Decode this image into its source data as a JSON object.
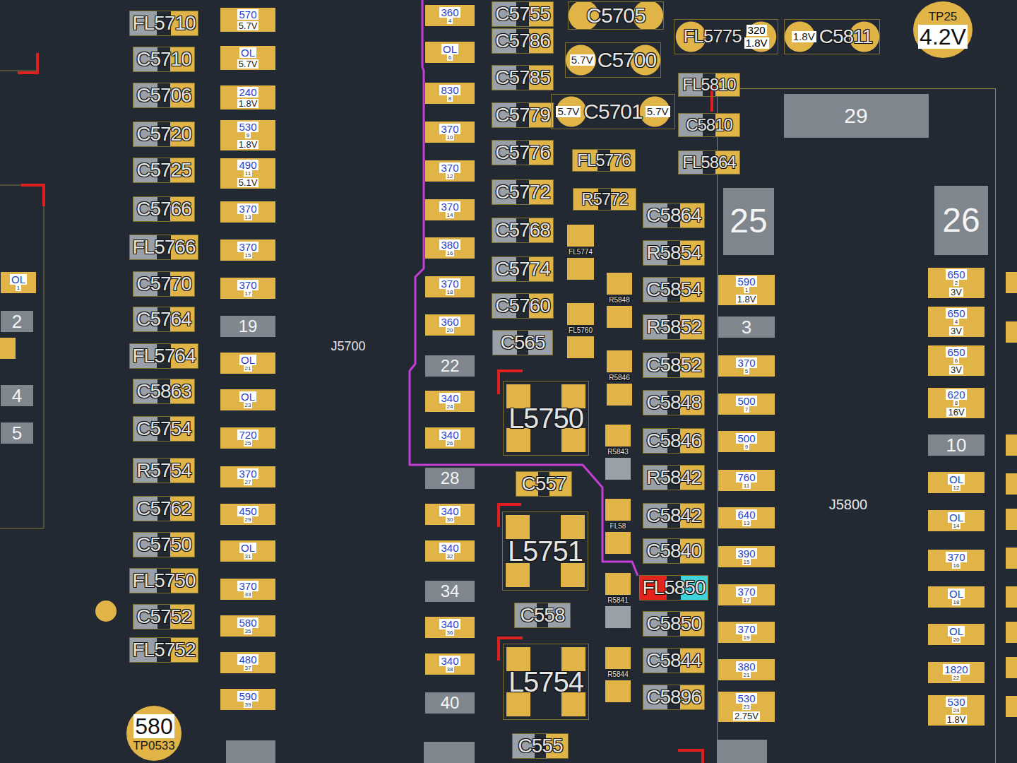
{
  "diagram": {
    "nodes": [
      {
        "text": [
          "FL5710"
        ]
      },
      {
        "text": [
          "C5710"
        ]
      },
      {
        "text": [
          "C5706"
        ]
      },
      {
        "text": [
          "C5720"
        ]
      },
      {
        "text": [
          "C5725"
        ]
      },
      {
        "text": [
          "C5766"
        ]
      },
      {
        "text": [
          "FL5766"
        ]
      },
      {
        "text": [
          "C5770"
        ]
      },
      {
        "text": [
          "C5764"
        ]
      },
      {
        "text": [
          "FL5764"
        ]
      },
      {
        "text": [
          "C5863"
        ]
      },
      {
        "text": [
          "C5754"
        ]
      },
      {
        "text": [
          "R5754"
        ]
      },
      {
        "text": [
          "C5762"
        ]
      },
      {
        "text": [
          "C5750"
        ]
      },
      {
        "text": [
          "FL5750"
        ]
      },
      {
        "text": [
          "C5752"
        ]
      },
      {
        "text": [
          "FL5752"
        ]
      },
      {
        "text": [
          "570",
          "5.7V"
        ]
      },
      {
        "text": [
          "OL",
          "5.7V"
        ]
      },
      {
        "text": [
          "240",
          "1.8V"
        ]
      },
      {
        "text": [
          "530",
          "9",
          "1.8V"
        ]
      },
      {
        "text": [
          "490",
          "11",
          "5.1V"
        ]
      },
      {
        "text": [
          "370",
          "13"
        ]
      },
      {
        "text": [
          "370",
          "15"
        ]
      },
      {
        "text": [
          "370",
          "17"
        ]
      },
      {
        "text": [
          "19"
        ]
      },
      {
        "text": [
          "OL",
          "21"
        ]
      },
      {
        "text": [
          "OL",
          "23"
        ]
      },
      {
        "text": [
          "720",
          "25"
        ]
      },
      {
        "text": [
          "370",
          "27"
        ]
      },
      {
        "text": [
          "450",
          "29"
        ]
      },
      {
        "text": [
          "OL",
          "31"
        ]
      },
      {
        "text": [
          "370",
          "33"
        ]
      },
      {
        "text": [
          "580",
          "35"
        ]
      },
      {
        "text": [
          "480",
          "37"
        ]
      },
      {
        "text": [
          "590",
          "39"
        ]
      },
      {
        "text": [
          "360",
          "4"
        ]
      },
      {
        "text": [
          "OL",
          "6"
        ]
      },
      {
        "text": [
          "830",
          "8"
        ]
      },
      {
        "text": [
          "370",
          "10"
        ]
      },
      {
        "text": [
          "370",
          "12"
        ]
      },
      {
        "text": [
          "370",
          "14"
        ]
      },
      {
        "text": [
          "380",
          "16"
        ]
      },
      {
        "text": [
          "370",
          "18"
        ]
      },
      {
        "text": [
          "360",
          "20"
        ]
      },
      {
        "text": [
          "22"
        ]
      },
      {
        "text": [
          "340",
          "24"
        ]
      },
      {
        "text": [
          "340",
          "26"
        ]
      },
      {
        "text": [
          "28"
        ]
      },
      {
        "text": [
          "340",
          "30"
        ]
      },
      {
        "text": [
          "340",
          "32"
        ]
      },
      {
        "text": [
          "34"
        ]
      },
      {
        "text": [
          "340",
          "36"
        ]
      },
      {
        "text": [
          "340",
          "38"
        ]
      },
      {
        "text": [
          "40"
        ]
      },
      {
        "text": [
          "C5755"
        ]
      },
      {
        "text": [
          "C5786"
        ]
      },
      {
        "text": [
          "C5785"
        ]
      },
      {
        "text": [
          "C5779"
        ]
      },
      {
        "text": [
          "C5776"
        ]
      },
      {
        "text": [
          "C5772"
        ]
      },
      {
        "text": [
          "C5768"
        ]
      },
      {
        "text": [
          "C5774"
        ]
      },
      {
        "text": [
          "C5760"
        ]
      },
      {
        "text": [
          "C565"
        ]
      },
      {
        "text": [
          "C557"
        ]
      },
      {
        "text": [
          "C558"
        ]
      },
      {
        "text": [
          "C555"
        ]
      },
      {
        "text": [
          "L5750"
        ]
      },
      {
        "text": [
          "L5751"
        ]
      },
      {
        "text": [
          "L5754"
        ]
      },
      {
        "text": [
          "C5705"
        ]
      },
      {
        "text": [
          "5.7V",
          "C5700"
        ]
      },
      {
        "text": [
          "5.7V",
          "C5701",
          "5.7V"
        ]
      },
      {
        "text": [
          "FL5776"
        ]
      },
      {
        "text": [
          "R5772"
        ]
      },
      {
        "text": [
          "FL5774"
        ]
      },
      {
        "text": [
          "FL5760"
        ]
      },
      {
        "text": [
          "R5848"
        ]
      },
      {
        "text": [
          "R5846"
        ]
      },
      {
        "text": [
          "R5843"
        ]
      },
      {
        "text": [
          "FL58"
        ]
      },
      {
        "text": [
          "R5841"
        ]
      },
      {
        "text": [
          "R5844"
        ]
      },
      {
        "text": [
          "FL5810"
        ]
      },
      {
        "text": [
          "C5810"
        ]
      },
      {
        "text": [
          "FL5864"
        ]
      },
      {
        "text": [
          "C5864"
        ]
      },
      {
        "text": [
          "R5854"
        ]
      },
      {
        "text": [
          "C5854"
        ]
      },
      {
        "text": [
          "R5852"
        ]
      },
      {
        "text": [
          "C5852"
        ]
      },
      {
        "text": [
          "C5848"
        ]
      },
      {
        "text": [
          "C5846"
        ]
      },
      {
        "text": [
          "R5842"
        ]
      },
      {
        "text": [
          "C5842"
        ]
      },
      {
        "text": [
          "C5840"
        ]
      },
      {
        "text": [
          "FL5850"
        ]
      },
      {
        "text": [
          "C5850"
        ]
      },
      {
        "text": [
          "C5844"
        ]
      },
      {
        "text": [
          "C5896"
        ]
      },
      {
        "text": [
          "FL5775",
          "320",
          "1.8V"
        ]
      },
      {
        "text": [
          "1.8V",
          "C5811"
        ]
      },
      {
        "text": [
          "TP25",
          "4.2V"
        ]
      },
      {
        "text": [
          "OL",
          "1"
        ]
      },
      {
        "text": [
          "2"
        ]
      },
      {
        "text": [
          "4"
        ]
      },
      {
        "text": [
          "5"
        ]
      },
      {
        "text": [
          "580",
          "TP0533"
        ]
      },
      {
        "text": [
          "J5800"
        ]
      },
      {
        "text": [
          "29"
        ],
        "in": 110
      },
      {
        "text": [
          "25"
        ],
        "in": 110
      },
      {
        "text": [
          "26"
        ],
        "in": 110
      },
      {
        "text": [
          "590",
          "1",
          "1.8V"
        ],
        "in": 110
      },
      {
        "text": [
          "3"
        ],
        "in": 110
      },
      {
        "text": [
          "370",
          "5"
        ],
        "in": 110
      },
      {
        "text": [
          "500",
          "7"
        ],
        "in": 110
      },
      {
        "text": [
          "500",
          "9"
        ],
        "in": 110
      },
      {
        "text": [
          "760",
          "11"
        ],
        "in": 110
      },
      {
        "text": [
          "640",
          "13"
        ],
        "in": 110
      },
      {
        "text": [
          "390",
          "15"
        ],
        "in": 110
      },
      {
        "text": [
          "370",
          "17"
        ],
        "in": 110
      },
      {
        "text": [
          "370",
          "19"
        ],
        "in": 110
      },
      {
        "text": [
          "380",
          "21"
        ],
        "in": 110
      },
      {
        "text": [
          "530",
          "23",
          "2.75V"
        ],
        "in": 110
      },
      {
        "text": [
          "650",
          "2",
          "3V"
        ],
        "in": 110
      },
      {
        "text": [
          "650",
          "4",
          "3V"
        ],
        "in": 110
      },
      {
        "text": [
          "650",
          "6",
          "3V"
        ],
        "in": 110
      },
      {
        "text": [
          "620",
          "8",
          "16V"
        ],
        "in": 110
      },
      {
        "text": [
          "10"
        ],
        "in": 110
      },
      {
        "text": [
          "OL",
          "12"
        ],
        "in": 110
      },
      {
        "text": [
          "OL",
          "14"
        ],
        "in": 110
      },
      {
        "text": [
          "370",
          "16"
        ],
        "in": 110
      },
      {
        "text": [
          "OL",
          "18"
        ],
        "in": 110
      },
      {
        "text": [
          "OL",
          "20"
        ],
        "in": 110
      },
      {
        "text": [
          "1820",
          "22"
        ],
        "in": 110
      },
      {
        "text": [
          "530",
          "24",
          "1.8V"
        ],
        "in": 110
      }
    ],
    "labels": [
      "J5700"
    ]
  }
}
